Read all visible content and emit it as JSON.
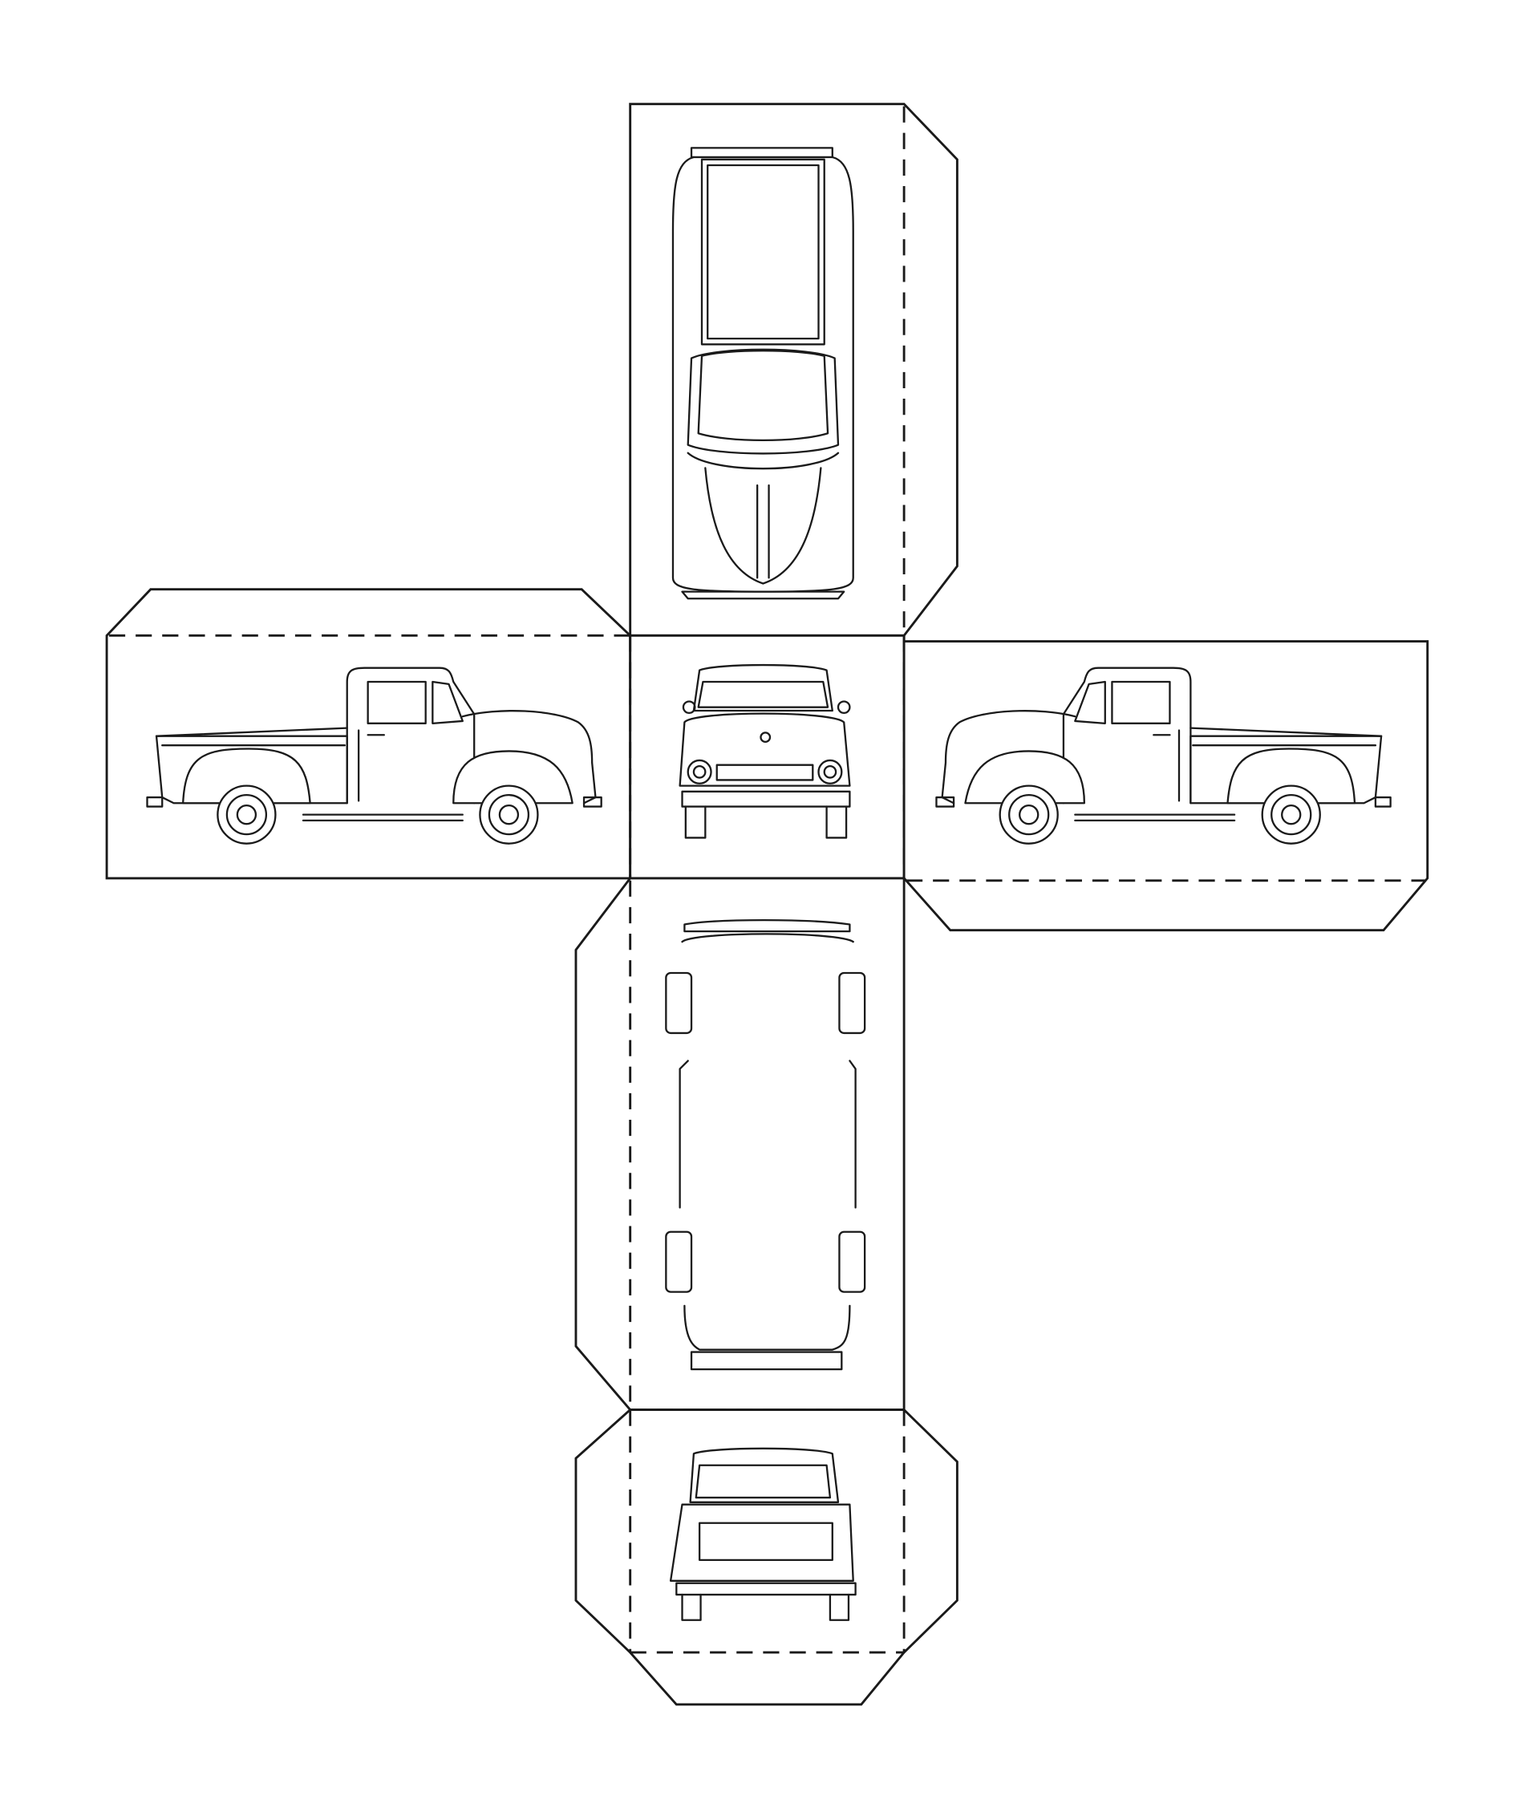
{
  "template": {
    "subject": "pickup-truck-papercraft-net",
    "panels": [
      "top",
      "left-side",
      "front",
      "right-side",
      "bottom",
      "rear"
    ],
    "colors": {
      "line": "#1a1a1a",
      "paper": "#ffffff"
    }
  }
}
